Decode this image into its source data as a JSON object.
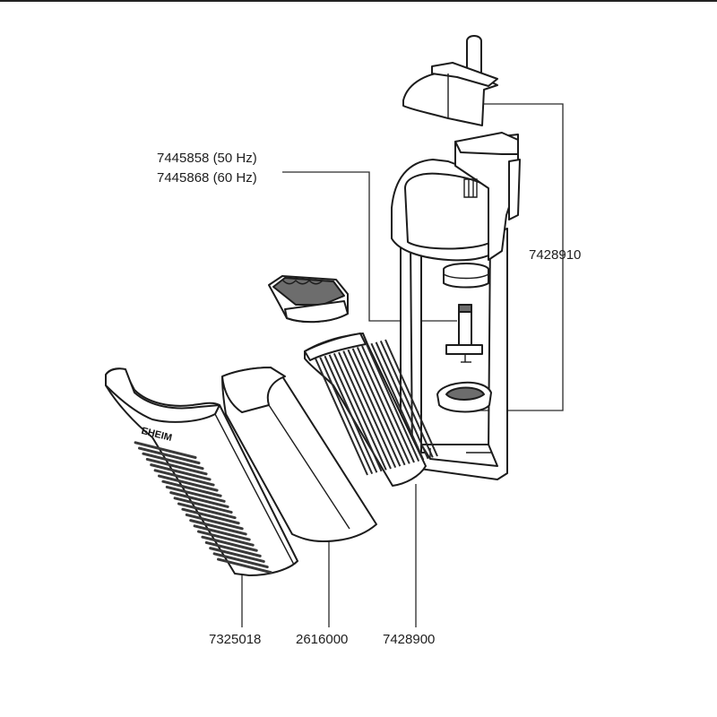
{
  "parts": {
    "motor_50hz": "7445858 (50 Hz)",
    "motor_60hz": "7445868 (60 Hz)",
    "housing": "7428910",
    "front_cover": "7325018",
    "filter_sponge": "2616000",
    "filter_frame": "7428900",
    "brand_mark": "EHEIM"
  },
  "colors": {
    "line": "#1c1c1c",
    "shade": "#6d6d6d",
    "background": "#ffffff"
  }
}
